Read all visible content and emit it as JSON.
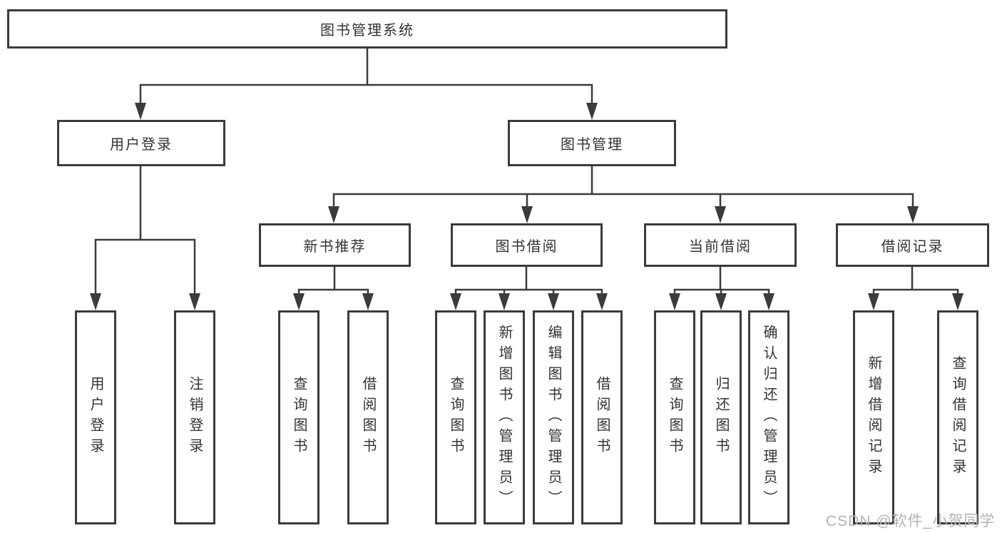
{
  "diagram": {
    "root": {
      "label": "图书管理系统"
    },
    "branches": [
      {
        "label": "用户登录"
      },
      {
        "label": "图书管理"
      }
    ],
    "modules": [
      {
        "label": "新书推荐"
      },
      {
        "label": "图书借阅"
      },
      {
        "label": "当前借阅"
      },
      {
        "label": "借阅记录"
      }
    ],
    "leaves": [
      {
        "label": "用户登录"
      },
      {
        "label": "注销登录"
      },
      {
        "label": "查询图书"
      },
      {
        "label": "借阅图书"
      },
      {
        "label": "查询图书"
      },
      {
        "label": "新增图书（管理员）"
      },
      {
        "label": "编辑图书（管理员）"
      },
      {
        "label": "借阅图书"
      },
      {
        "label": "查询图书"
      },
      {
        "label": "归还图书"
      },
      {
        "label": "确认归还（管理员）"
      },
      {
        "label": "新增借阅记录"
      },
      {
        "label": "查询借阅记录"
      }
    ]
  },
  "watermark": {
    "text": "CSDN @软件_小贺同学"
  },
  "colors": {
    "line": "#3b3b3b",
    "text": "#333333",
    "watermark": "#b3b3b3",
    "background": "#ffffff"
  }
}
